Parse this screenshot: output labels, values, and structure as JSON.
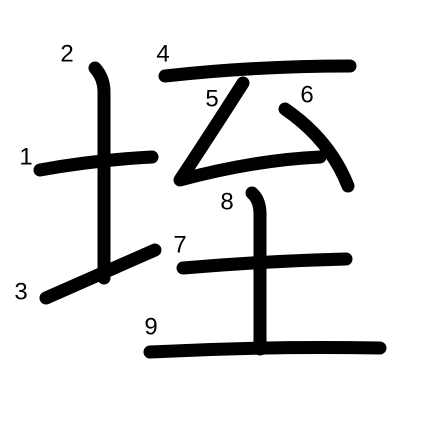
{
  "character": "垤",
  "stroke_count": 9,
  "ink_color": "#000000",
  "background_color": "#ffffff",
  "stroke_numbers": [
    "1",
    "2",
    "3",
    "4",
    "5",
    "6",
    "7",
    "8",
    "9"
  ]
}
